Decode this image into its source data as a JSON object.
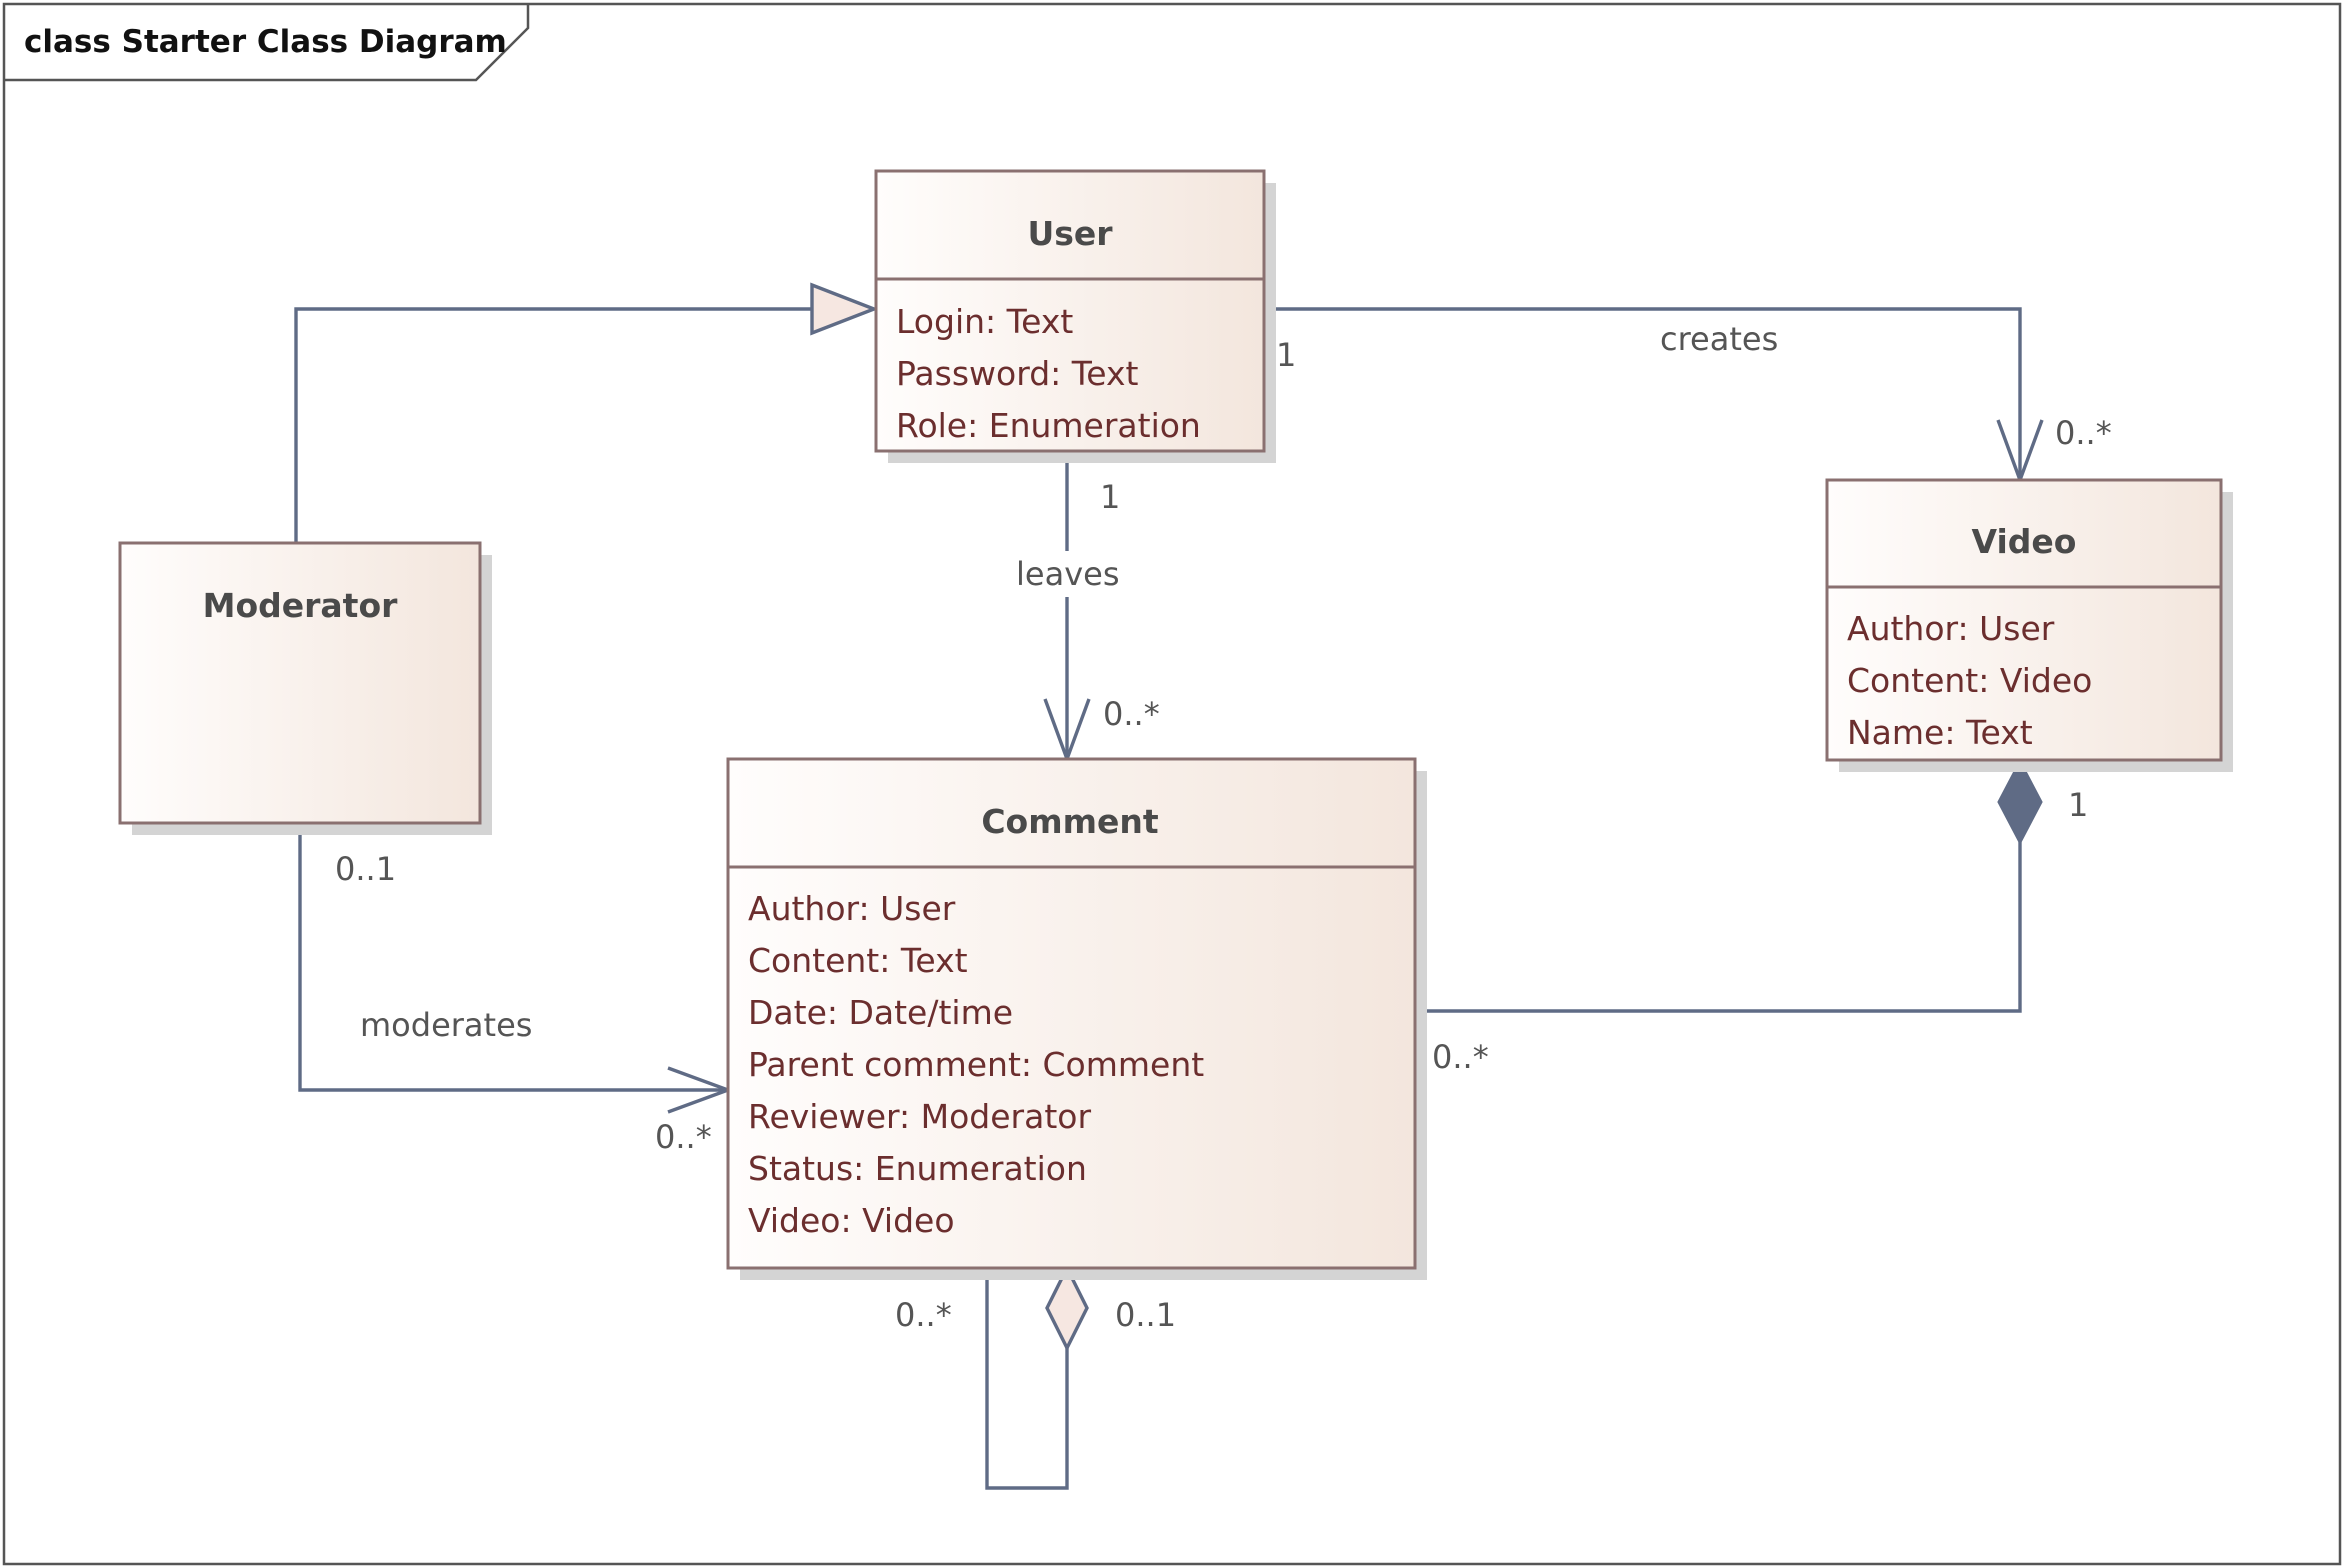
{
  "frame": {
    "title": "class Starter Class Diagram"
  },
  "classes": {
    "user": {
      "name": "User",
      "attributes": [
        "Login: Text",
        "Password: Text",
        "Role: Enumeration"
      ]
    },
    "moderator": {
      "name": "Moderator",
      "attributes": []
    },
    "video": {
      "name": "Video",
      "attributes": [
        "Author: User",
        "Content: Video",
        "Name: Text"
      ]
    },
    "comment": {
      "name": "Comment",
      "attributes": [
        "Author: User",
        "Content: Text",
        "Date: Date/time",
        "Parent comment: Comment",
        "Reviewer: Moderator",
        "Status: Enumeration",
        "Video: Video"
      ]
    }
  },
  "relations": {
    "generalization": {
      "from": "Moderator",
      "to": "User"
    },
    "creates": {
      "label": "creates",
      "source_mult": "1",
      "target_mult": "0..*"
    },
    "leaves": {
      "label": "leaves",
      "source_mult": "1",
      "target_mult": "0..*"
    },
    "moderates": {
      "label": "moderates",
      "source_mult": "0..1",
      "target_mult": "0..*"
    },
    "composition": {
      "whole_mult": "1",
      "part_mult": "0..*"
    },
    "self_aggregation": {
      "part_mult": "0..*",
      "whole_mult": "0..1"
    }
  },
  "colors": {
    "box_fill_start": "#fffdfc",
    "box_fill_end": "#f3e6dd",
    "box_border": "#8a7070",
    "attribute_text": "#6b2e2e",
    "edge": "#5f6b85",
    "composition_diamond": "#5f6b85",
    "aggregation_diamond": "#f6e7e1"
  }
}
